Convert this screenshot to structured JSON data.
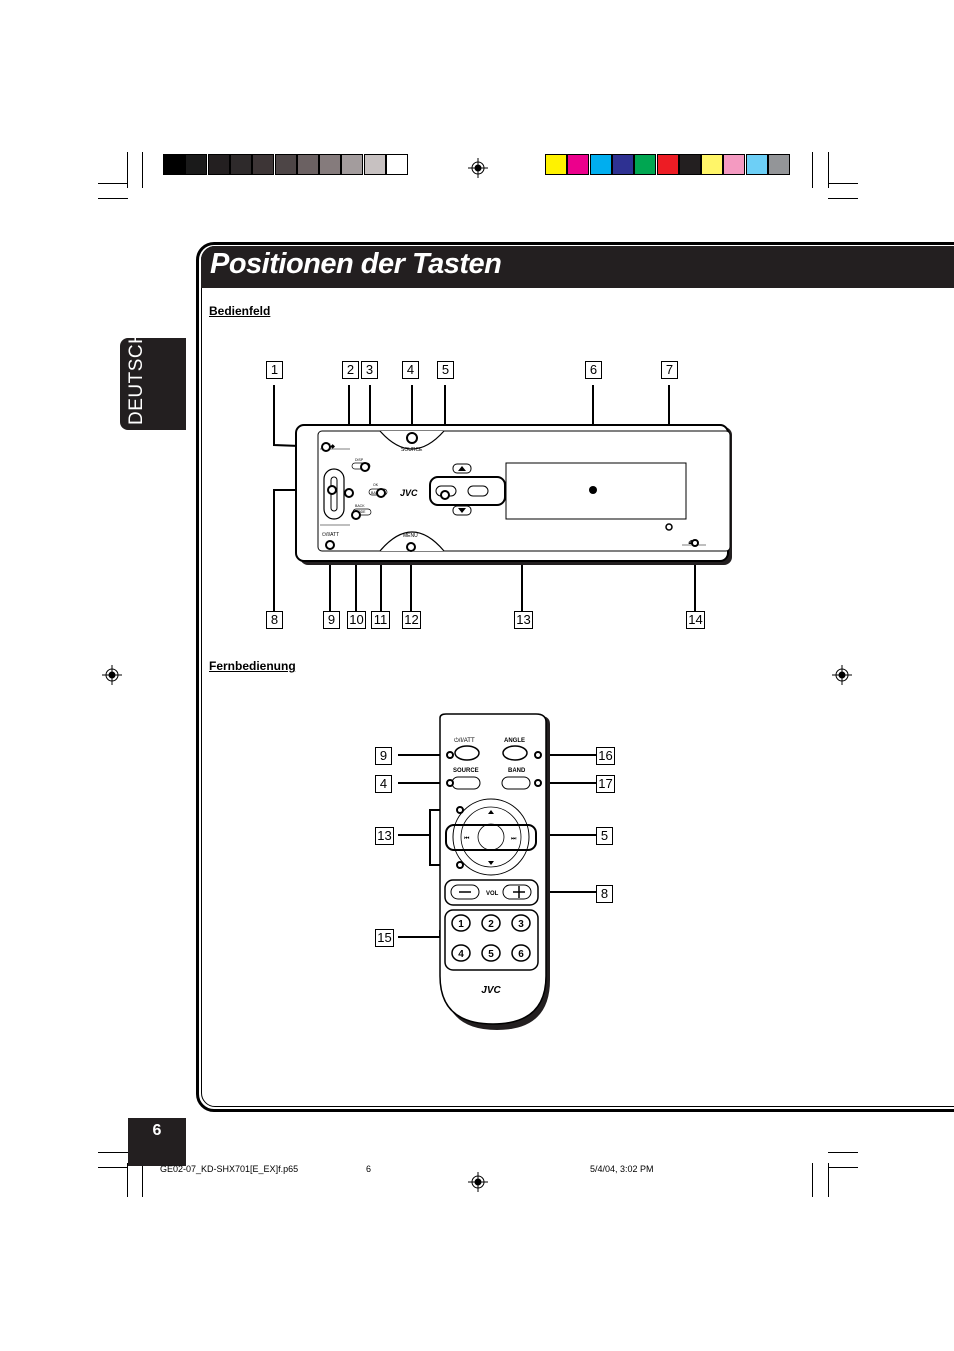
{
  "page": {
    "title": "Positionen der Tasten",
    "language_tab": "DEUTSCH",
    "page_number": "6"
  },
  "sections": {
    "control_panel": "Bedienfeld",
    "remote": "Fernbedienung"
  },
  "callouts": {
    "c1": "1",
    "c2": "2",
    "c3": "3",
    "c4": "4",
    "c5": "5",
    "c6": "6",
    "c7": "7",
    "c8": "8",
    "c9": "9",
    "c10": "10",
    "c11": "11",
    "c12": "12",
    "c13": "13",
    "c14": "14",
    "r9": "9",
    "r4": "4",
    "r13": "13",
    "r15": "15",
    "r16": "16",
    "r17": "17",
    "r5": "5",
    "r8": "8"
  },
  "panel_labels": {
    "source": "SOURCE",
    "menu": "MENU",
    "power_att": "⏻/I/ATT",
    "eject": "⏏/◆",
    "brand": "JVC",
    "disp": "DISP",
    "ok": "OK",
    "band": "BAND",
    "back": "BACK",
    "mode": "MODE"
  },
  "remote_labels": {
    "power_att": "⏻/I/ATT",
    "angle": "ANGLE",
    "source": "SOURCE",
    "band": "BAND",
    "vol": "VOL",
    "brand": "JVC",
    "keys": [
      "1",
      "2",
      "3",
      "4",
      "5",
      "6"
    ]
  },
  "footer": {
    "file": "GE02-07_KD-SHX701[E_EX]f.p65",
    "page": "6",
    "datetime": "5/4/04, 3:02 PM"
  },
  "color_bar": {
    "grays": [
      "#000000",
      "#1a1a1a",
      "#231f20",
      "#2e2a2b",
      "#3d3536",
      "#4d4546",
      "#6b6162",
      "#857b7c",
      "#a39c9d",
      "#c7c1c1",
      "#ffffff"
    ],
    "process": [
      "#fff200",
      "#ec008c",
      "#00aeef",
      "#2e3192",
      "#00a651",
      "#ed1c24",
      "#231f20",
      "#fff568",
      "#f49ac1",
      "#6dcff6",
      "#939598"
    ]
  }
}
